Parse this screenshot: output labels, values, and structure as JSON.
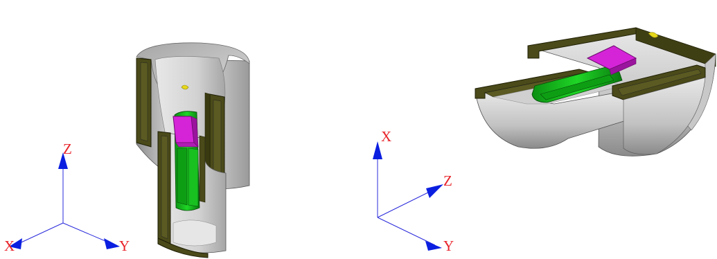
{
  "colors": {
    "background": "#ffffff",
    "axis_line": "#2a2adc",
    "axis_arrow": "#0b1fe0",
    "axis_label": "#e8232a",
    "steel_light": "#e6e6e6",
    "steel_mid": "#c4c4c4",
    "steel_dark": "#8c8c8c",
    "wall_olive": "#4a4a1a",
    "wall_olive_dark": "#2d2d0c",
    "sample_green": "#12b81a",
    "sample_green_dark": "#086b0c",
    "holder_magenta": "#d524d8",
    "holder_magenta_dark": "#8a0d8d",
    "marker_yellow": "#e6d81a"
  },
  "views": [
    {
      "name": "left-view",
      "axes": {
        "up": "Z",
        "left": "X",
        "right": "Y"
      }
    },
    {
      "name": "right-view",
      "axes": {
        "up": "X",
        "diagonal": "Z",
        "right": "Y"
      }
    }
  ]
}
